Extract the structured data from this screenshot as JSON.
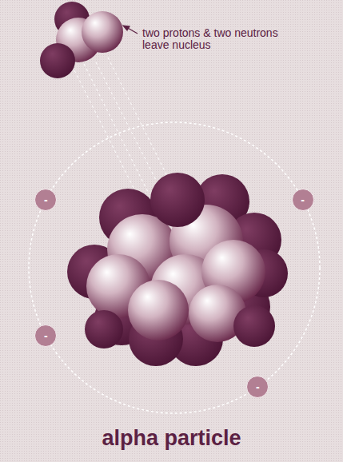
{
  "diagram": {
    "title": "alpha particle",
    "nodes": [
      {
        "text": [
          "-"
        ]
      },
      {
        "text": [
          "-"
        ]
      },
      {
        "text": [
          "-"
        ]
      },
      {
        "text": [
          "-"
        ]
      }
    ],
    "labels": [
      "two protons & two neutrons leave nucleus"
    ]
  }
}
